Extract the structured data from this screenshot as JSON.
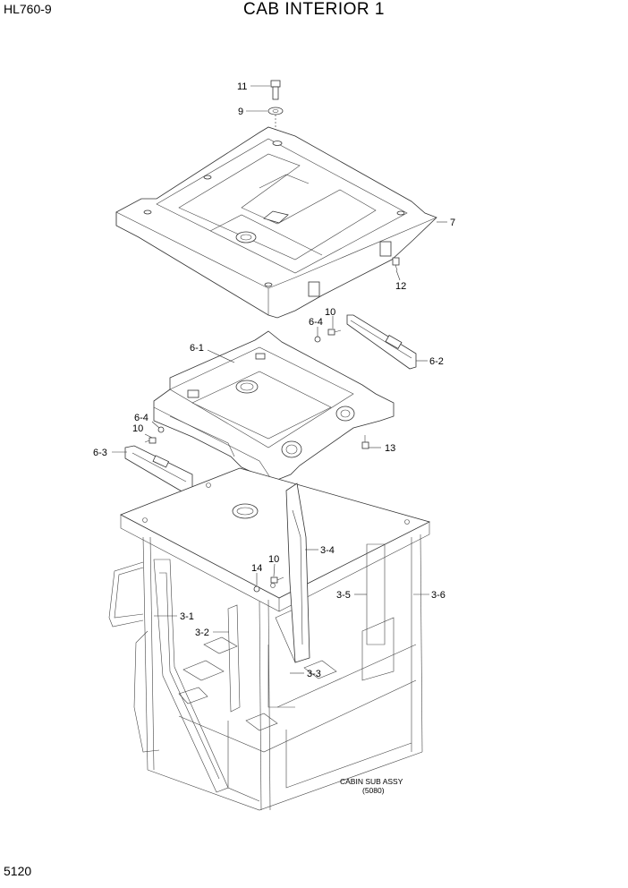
{
  "header": {
    "model": "HL760-9",
    "title": "CAB INTERIOR 1"
  },
  "footer": {
    "page_number": "5120"
  },
  "callouts": [
    {
      "id": "c11",
      "text": "11"
    },
    {
      "id": "c9",
      "text": "9"
    },
    {
      "id": "c7",
      "text": "7"
    },
    {
      "id": "c12",
      "text": "12"
    },
    {
      "id": "c10a",
      "text": "10"
    },
    {
      "id": "c64a",
      "text": "6-4"
    },
    {
      "id": "c61",
      "text": "6-1"
    },
    {
      "id": "c62",
      "text": "6-2"
    },
    {
      "id": "c64b",
      "text": "6-4"
    },
    {
      "id": "c10b",
      "text": "10"
    },
    {
      "id": "c63",
      "text": "6-3"
    },
    {
      "id": "c13",
      "text": "13"
    },
    {
      "id": "c34",
      "text": "3-4"
    },
    {
      "id": "c14",
      "text": "14"
    },
    {
      "id": "c10c",
      "text": "10"
    },
    {
      "id": "c35",
      "text": "3-5"
    },
    {
      "id": "c36",
      "text": "3-6"
    },
    {
      "id": "c31",
      "text": "3-1"
    },
    {
      "id": "c32",
      "text": "3-2"
    },
    {
      "id": "c33",
      "text": "3-3"
    }
  ],
  "notes": {
    "cabin_line1": "CABIN SUB ASSY",
    "cabin_line2": "(5080)"
  }
}
